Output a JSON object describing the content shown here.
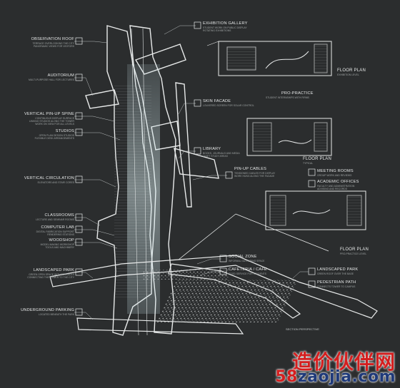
{
  "labels_left": [
    {
      "key": "observation_roof",
      "title": "OBSERVATION ROOF",
      "sub": [
        "TERRACE OVERLOOKING THE CITY",
        "PANORAMIC VIEWS FOR VISITORS"
      ]
    },
    {
      "key": "auditorium",
      "title": "AUDITORIUM",
      "sub": [
        "MULTI-PURPOSE HALL FOR LECTURES"
      ]
    },
    {
      "key": "vertical_pinup_spine",
      "title": "VERTICAL PIN-UP SPINE",
      "sub": [
        "CONTINUOUS DISPLAY SURFACE",
        "LINKING STUDIOS ALONG THE TOWER",
        "WORK ON VIEW FOR ALL LEVELS"
      ]
    },
    {
      "key": "studios",
      "title": "STUDIOS",
      "sub": [
        "OPEN PLAN DESIGN STUDIOS",
        "FLEXIBLE DESK ARRANGEMENTS"
      ]
    },
    {
      "key": "vertical_circulation",
      "title": "VERTICAL CIRCULATION",
      "sub": [
        "ELEVATORS AND STAIR CORES"
      ]
    },
    {
      "key": "classrooms",
      "title": "CLASSROOMS",
      "sub": [
        "LECTURE AND SEMINAR ROOMS"
      ]
    },
    {
      "key": "computer_lab",
      "title": "COMPUTER LAB",
      "sub": [
        "DIGITAL FABRICATION SUPPORT",
        "RENDERING STATIONS"
      ]
    },
    {
      "key": "woodshop",
      "title": "WOODSHOP",
      "sub": [
        "MODEL MAKING WORKSHOP",
        "TOOLS AND MACHINERY"
      ]
    },
    {
      "key": "landscaped_park_left",
      "title": "LANDSCAPED PARK",
      "sub": [
        "GREEN OPEN SPACE WITH TERRACES",
        "CONNECTING THE TOWER TO THE CITY"
      ]
    },
    {
      "key": "underground_parking",
      "title": "UNDERGROUND PARKING",
      "sub": [
        "LOCATED BENEATH THE PARK"
      ]
    }
  ],
  "labels_right": [
    {
      "key": "exhibition_gallery",
      "title": "EXHIBITION GALLERY",
      "sub": [
        "STUDENT WORK ON PUBLIC DISPLAY",
        "ROTATING EXHIBITIONS"
      ]
    },
    {
      "key": "skin_facade",
      "title": "SKIN FACADE",
      "sub": [
        "LOUVERED SCREEN FOR SOLAR CONTROL"
      ]
    },
    {
      "key": "library",
      "title": "LIBRARY",
      "sub": [
        "BOOKS, JOURNALS AND MEDIA",
        "QUIET STUDY AREAS"
      ]
    },
    {
      "key": "pinup_cables",
      "title": "PIN-UP CABLES",
      "sub": [
        "TENSIONED CABLES FOR DISPLAY",
        "WORK HUNG ALONG THE FACADE"
      ]
    },
    {
      "key": "pro_practice",
      "title": "PRO-PRACTICE",
      "sub": [
        "STUDENT INTERNSHIPS WITH FIRMS"
      ]
    },
    {
      "key": "meeting_rooms",
      "title": "MEETING ROOMS",
      "sub": [
        "GROUP WORK AND REVIEWS"
      ]
    },
    {
      "key": "academic_offices",
      "title": "ACADEMIC OFFICES",
      "sub": [
        "FACULTY AND ADMINISTRATION",
        "ADVISING AND RECORDS"
      ]
    },
    {
      "key": "social_zone",
      "title": "SOCIAL ZONE",
      "sub": [
        "INFORMAL GATHERING SPACE"
      ]
    },
    {
      "key": "cafeteria",
      "title": "CAFETERIA / CAFE",
      "sub": [
        "FOOD SERVICE FOR STUDENTS"
      ]
    },
    {
      "key": "landscaped_park_right",
      "title": "LANDSCAPED PARK",
      "sub": [
        "GREEN ROOF OVER THE BASE"
      ]
    },
    {
      "key": "pedestrian_path",
      "title": "PEDESTRIAN PATH",
      "sub": [
        "CONNECTS TOWER TO CAMPUS"
      ]
    }
  ],
  "floor_plans": [
    {
      "title": "FLOOR PLAN",
      "sub": "EXHIBITION LEVEL"
    },
    {
      "title": "FLOOR PLAN",
      "sub": "TYPICAL"
    },
    {
      "title": "FLOOR PLAN",
      "sub": "PRO-PRACTICE LEVEL"
    }
  ],
  "section_label": "SECTION PERSPECTIVE",
  "watermark": {
    "line1": "造价伙伴网",
    "num": "58",
    "domain": "zaojia.com"
  },
  "colors": {
    "background": "#2b2d2e",
    "line": "#e8eaea",
    "muted": "#8d9292",
    "watermark": "#d41f1f"
  }
}
